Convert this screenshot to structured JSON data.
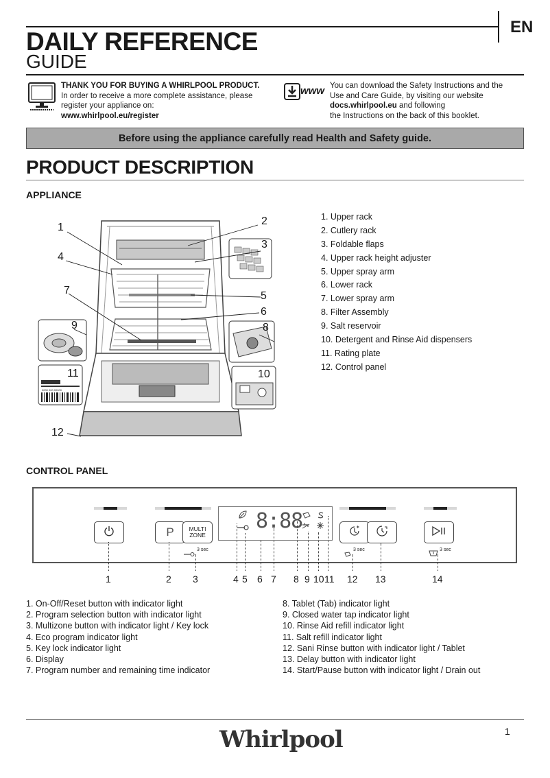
{
  "header": {
    "language": "EN",
    "title_line1": "DAILY REFERENCE",
    "title_line2": "GUIDE"
  },
  "thanks": {
    "heading": "THANK YOU FOR BUYING A WHIRLPOOL PRODUCT.",
    "line1": "In order to receive a more complete  assistance, please",
    "line2": "register your appliance on:",
    "url": "www.whirlpool.eu/register",
    "icon": "computer-monitor-icon"
  },
  "download": {
    "icon_text": "www",
    "line1": "You can download the Safety Instructions and the",
    "line2": "Use and Care Guide, by visiting our website",
    "url": "docs.whirlpool.eu",
    "line3_suffix": " and following",
    "line4": "the Instructions on the back of this booklet."
  },
  "banner": "Before using the appliance carefully read Health and Safety guide.",
  "product_description": {
    "title": "PRODUCT  DESCRIPTION",
    "appliance_heading": "APPLIANCE",
    "diagram_labels": [
      "1",
      "2",
      "3",
      "4",
      "5",
      "6",
      "7",
      "8",
      "9",
      "10",
      "11",
      "12"
    ],
    "rating_plate_text": "0000 000 00000",
    "parts": [
      "1.  Upper rack",
      "2.  Cutlery rack",
      "3.  Foldable flaps",
      "4.  Upper rack height adjuster",
      "5.  Upper spray arm",
      "6.  Lower rack",
      "7.  Lower spray arm",
      "8.  Filter Assembly",
      "9.  Salt reservoir",
      "10.  Detergent and Rinse Aid dispensers",
      "11.  Rating plate",
      "12.  Control panel"
    ]
  },
  "control_panel": {
    "heading": "CONTROL PANEL",
    "display_text": "8:88",
    "program_label": "P",
    "multizone_label_1": "MULTI",
    "multizone_label_2": "ZONE",
    "key_lock_hint": "3 sec",
    "tablet_hint": "3 sec",
    "drain_hint": "3 sec",
    "callouts": [
      "1",
      "2",
      "3",
      "4",
      "5",
      "6",
      "7",
      "8",
      "9",
      "10",
      "11",
      "12",
      "13",
      "14"
    ],
    "legend_left": [
      "1.  On-Off/Reset button with indicator light",
      "2.  Program selection button with indicator light",
      "3.  Multizone button with indicator light / Key lock",
      "4.  Eco program indicator light",
      "5.  Key lock indicator light",
      "6.  Display",
      "7.  Program number and remaining time indicator"
    ],
    "legend_right": [
      "8.  Tablet (Tab) indicator light",
      "9.  Closed water tap indicator light",
      "10.  Rinse Aid refill indicator light",
      "11.  Salt refill indicator light",
      "12.  Sani Rinse button with indicator light / Tablet",
      "13.  Delay button with indicator light",
      "14.  Start/Pause button with indicator light / Drain out"
    ]
  },
  "footer": {
    "brand": "Whirlpool",
    "page": "1"
  }
}
